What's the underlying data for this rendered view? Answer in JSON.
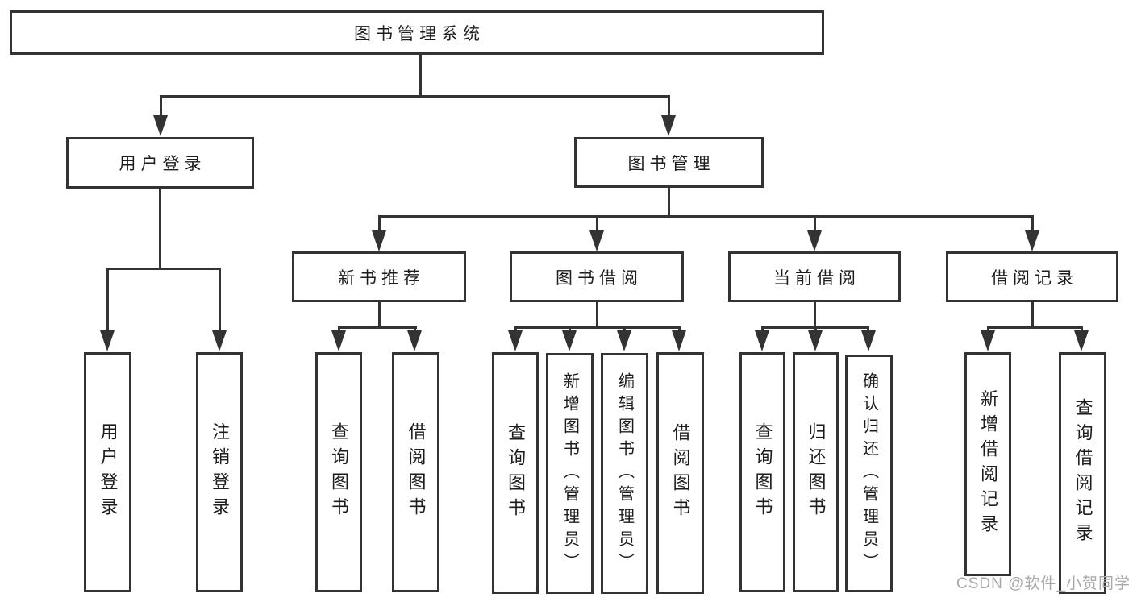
{
  "tree": {
    "root": {
      "label": "图书管理系统"
    },
    "user_login": {
      "label": "用户登录",
      "leaves": [
        "用户登录",
        "注销登录"
      ]
    },
    "book_mgmt": {
      "label": "图书管理",
      "sections": {
        "new_books": {
          "label": "新书推荐",
          "leaves": [
            "查询图书",
            "借阅图书"
          ]
        },
        "book_borrow": {
          "label": "图书借阅",
          "leaves": [
            "查询图书",
            "新增图书（管理员）",
            "编辑图书（管理员）",
            "借阅图书"
          ]
        },
        "current_borrow": {
          "label": "当前借阅",
          "leaves": [
            "查询图书",
            "归还图书",
            "确认归还（管理员）"
          ]
        },
        "borrow_records": {
          "label": "借阅记录",
          "leaves": [
            "新增借阅记录",
            "查询借阅记录"
          ]
        }
      }
    }
  },
  "watermark": "CSDN @软件_小贺同学",
  "colors": {
    "line": "#333333",
    "node_border": "#333333",
    "text": "#1c1c1c",
    "watermark": "#a8a8a8",
    "background": "#ffffff"
  }
}
